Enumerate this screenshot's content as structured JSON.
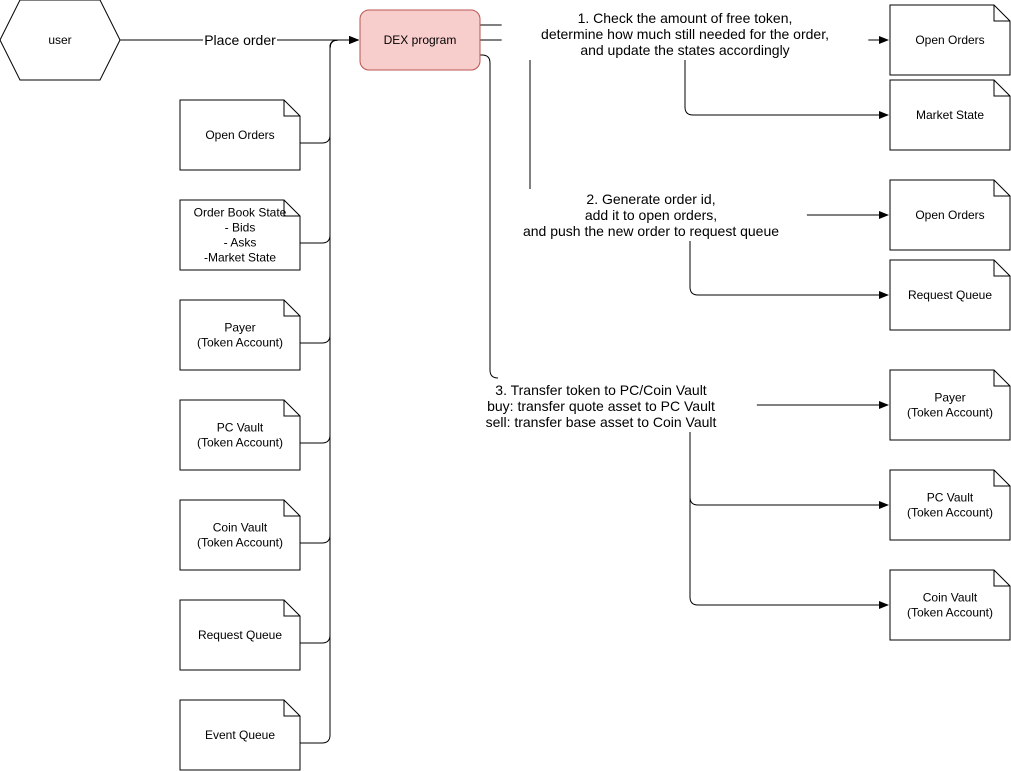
{
  "user": {
    "label": "user"
  },
  "place_order": {
    "label": "Place order"
  },
  "dex_program": {
    "label": "DEX program",
    "fill": "#f8cecc",
    "stroke": "#b85450"
  },
  "inputs": [
    {
      "lines": [
        "Open Orders"
      ]
    },
    {
      "lines": [
        "Order Book State",
        "- Bids",
        "- Asks",
        "-Market State"
      ]
    },
    {
      "lines": [
        "Payer",
        "(Token Account)"
      ]
    },
    {
      "lines": [
        "PC Vault",
        "(Token Account)"
      ]
    },
    {
      "lines": [
        "Coin Vault",
        "(Token Account)"
      ]
    },
    {
      "lines": [
        "Request Queue"
      ]
    },
    {
      "lines": [
        "Event Queue"
      ]
    }
  ],
  "steps": [
    {
      "lines": [
        "1. Check the amount of free token,",
        "determine how much still needed for the order,",
        "and update the states accordingly"
      ],
      "targets": [
        {
          "lines": [
            "Open Orders"
          ]
        },
        {
          "lines": [
            "Market State"
          ]
        }
      ]
    },
    {
      "lines": [
        "2. Generate order id,",
        "add it to open orders,",
        "and push the new order to request queue"
      ],
      "targets": [
        {
          "lines": [
            "Open Orders"
          ]
        },
        {
          "lines": [
            "Request Queue"
          ]
        }
      ]
    },
    {
      "lines": [
        "3. Transfer token to PC/Coin Vault",
        "buy: transfer quote asset to PC Vault",
        "sell: transfer base asset to Coin Vault"
      ],
      "targets": [
        {
          "lines": [
            "Payer",
            "(Token Account)"
          ]
        },
        {
          "lines": [
            "PC Vault",
            "(Token Account)"
          ]
        },
        {
          "lines": [
            "Coin Vault",
            "(Token Account)"
          ]
        }
      ]
    }
  ]
}
